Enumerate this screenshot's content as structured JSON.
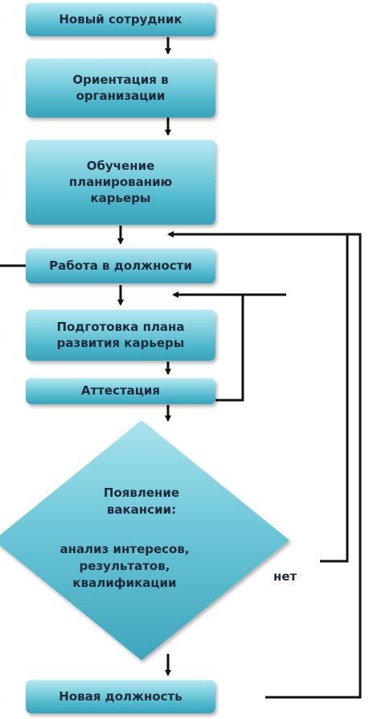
{
  "nodes": {
    "new_employee": "Новый сотрудник",
    "orientation": "Ориентация в организации",
    "career_training": "Обучение планированию карьеры",
    "work_in_position": "Работа в должности",
    "plan_preparation": "Подготовка плана развития карьеры",
    "attestation": "Аттестация",
    "vacancy_title": "Появление вакансии:",
    "vacancy_detail": "анализ интересов, результатов, квалификации",
    "new_position": "Новая должность"
  },
  "edge_labels": {
    "no": "нет"
  },
  "colors": {
    "box_top": "#b9e9f2",
    "box_mid": "#4fb7cc",
    "box_bottom": "#3aa2b8",
    "diamond_top": "#a9e3ee",
    "diamond_bottom": "#3da6bc",
    "line": "#111111",
    "text": "#1c2b3a"
  }
}
